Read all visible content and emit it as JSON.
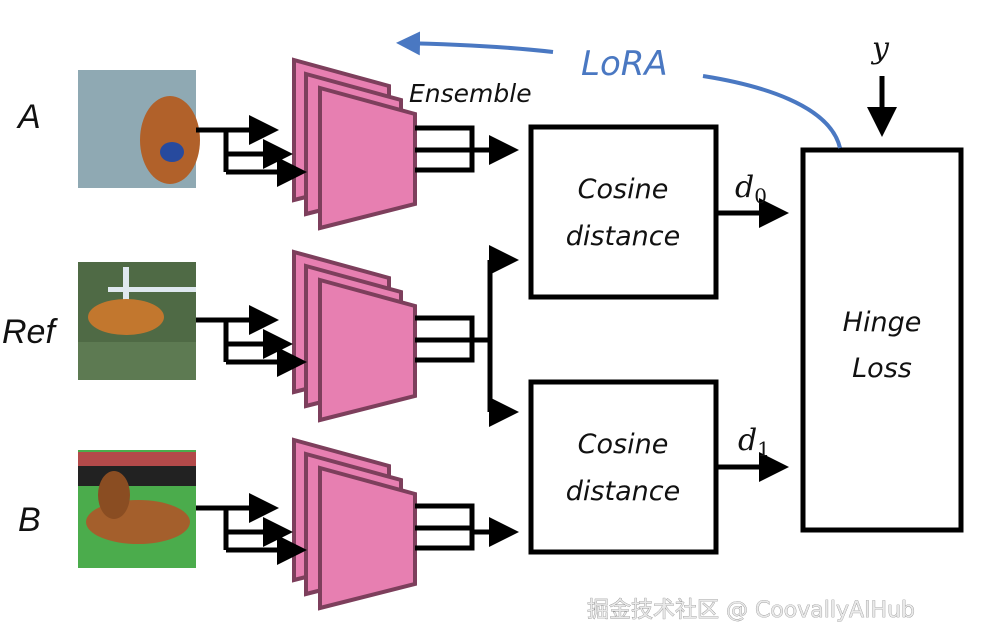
{
  "colors": {
    "encoder_fill": "#e77fb1",
    "encoder_stroke": "#7d3f5c",
    "lora": "#4a78c2",
    "line": "#000000",
    "background": "#ffffff"
  },
  "rows": [
    {
      "label": "A",
      "image": "dog-portrait-illustration-image",
      "image_colors": {
        "bg": "#8fa9b3",
        "subject": "#b1612a",
        "accent": "#274a9e"
      }
    },
    {
      "label": "Ref",
      "image": "dog-running-photo-image",
      "image_colors": {
        "bg": "#4f6a45",
        "subject": "#c2772e",
        "accent": "#dfe8ef"
      }
    },
    {
      "label": "B",
      "image": "dog-lying-photo-image",
      "image_colors": {
        "bg": "#4bac4c",
        "subject": "#a45f2c",
        "accent": "#b34a4a"
      }
    }
  ],
  "ensemble_label": "Ensemble",
  "lora_label": "LoRA",
  "cosine_boxes": [
    {
      "line1": "Cosine",
      "line2": "distance",
      "output": "d",
      "output_sub": "0"
    },
    {
      "line1": "Cosine",
      "line2": "distance",
      "output": "d",
      "output_sub": "1"
    }
  ],
  "loss_box": {
    "line1": "Hinge",
    "line2": "Loss"
  },
  "target_label": "y",
  "watermark": "掘金技术社区 @ CoovallyAIHub"
}
